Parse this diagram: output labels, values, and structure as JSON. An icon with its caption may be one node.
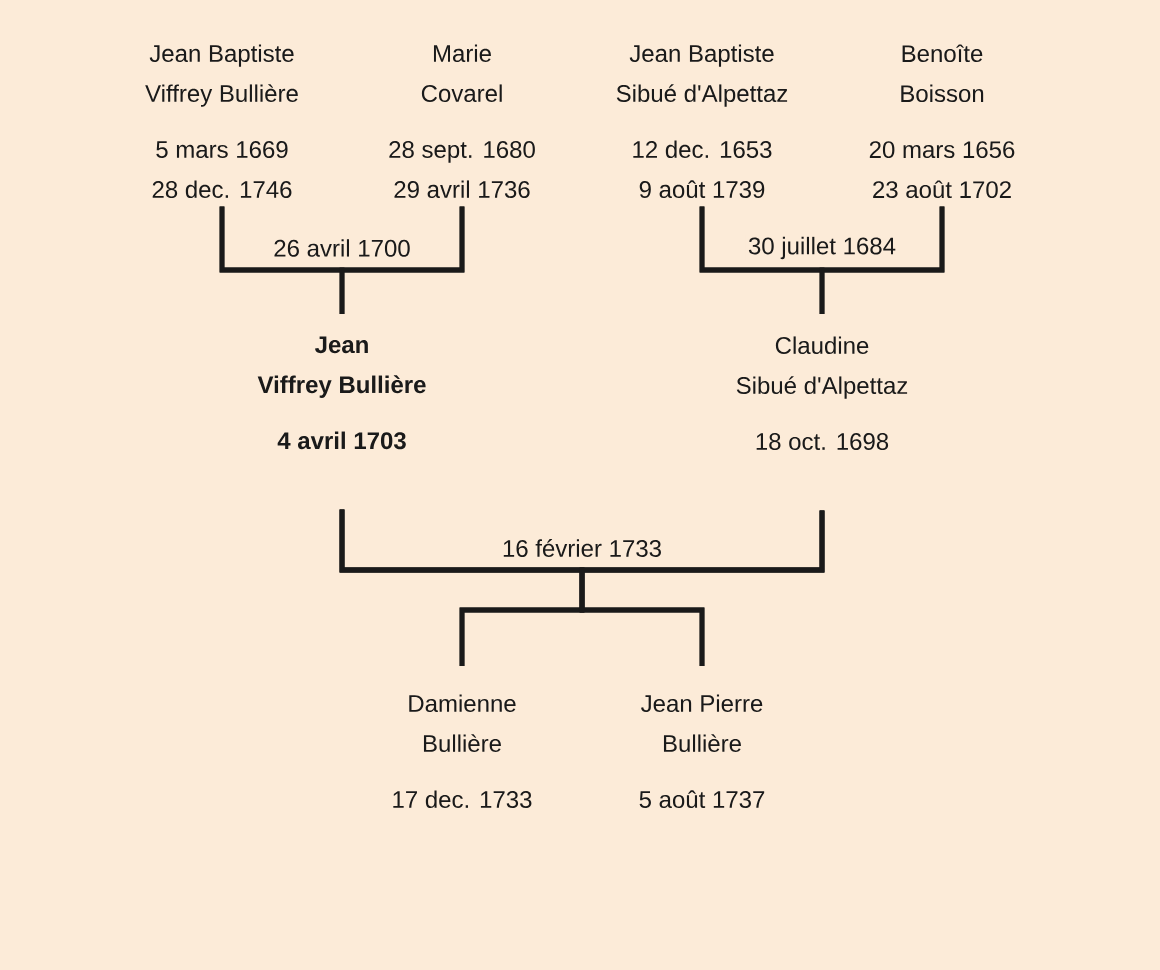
{
  "diagram": {
    "nodes": [
      {
        "text": [
          "Jean Baptiste",
          "Viffrey Bullière",
          "5 mars 1669",
          "28 dec. 1746"
        ]
      },
      {
        "text": [
          "Marie",
          "Covarel",
          "28 sept. 1680",
          "29 avril 1736"
        ]
      },
      {
        "text": [
          "Jean Baptiste",
          "Sibué d'Alpettaz",
          "12 dec. 1653",
          "9 août 1739"
        ]
      },
      {
        "text": [
          "Benoîte",
          "Boisson",
          "20 mars 1656",
          "23 août 1702"
        ]
      },
      {
        "text": [
          "Jean",
          "Viffrey Bullière",
          "4 avril 1703"
        ]
      },
      {
        "text": [
          "Claudine",
          "Sibué d'Alpettaz",
          "18 oct. 1698"
        ]
      },
      {
        "text": [
          "Damienne",
          "Bullière",
          "17 dec. 1733"
        ]
      },
      {
        "text": [
          "Jean Pierre",
          "Bullière",
          "5 août 1737"
        ]
      }
    ],
    "edges": [
      {
        "from": 0,
        "to": 1,
        "arrow": "none",
        "label": "26 avril 1700"
      },
      {
        "from": 0,
        "to": 4,
        "arrow": "none"
      },
      {
        "from": 1,
        "to": 4,
        "arrow": "none"
      },
      {
        "from": 2,
        "to": 3,
        "arrow": "none",
        "label": "30 juillet 1684"
      },
      {
        "from": 2,
        "to": 5,
        "arrow": "none"
      },
      {
        "from": 3,
        "to": 5,
        "arrow": "none"
      },
      {
        "from": 4,
        "to": 5,
        "arrow": "none",
        "label": "16 février 1733"
      },
      {
        "from": 4,
        "to": 6,
        "arrow": "none"
      },
      {
        "from": 5,
        "to": 6,
        "arrow": "none"
      },
      {
        "from": 4,
        "to": 7,
        "arrow": "none"
      },
      {
        "from": 5,
        "to": 7,
        "arrow": "none"
      }
    ]
  }
}
